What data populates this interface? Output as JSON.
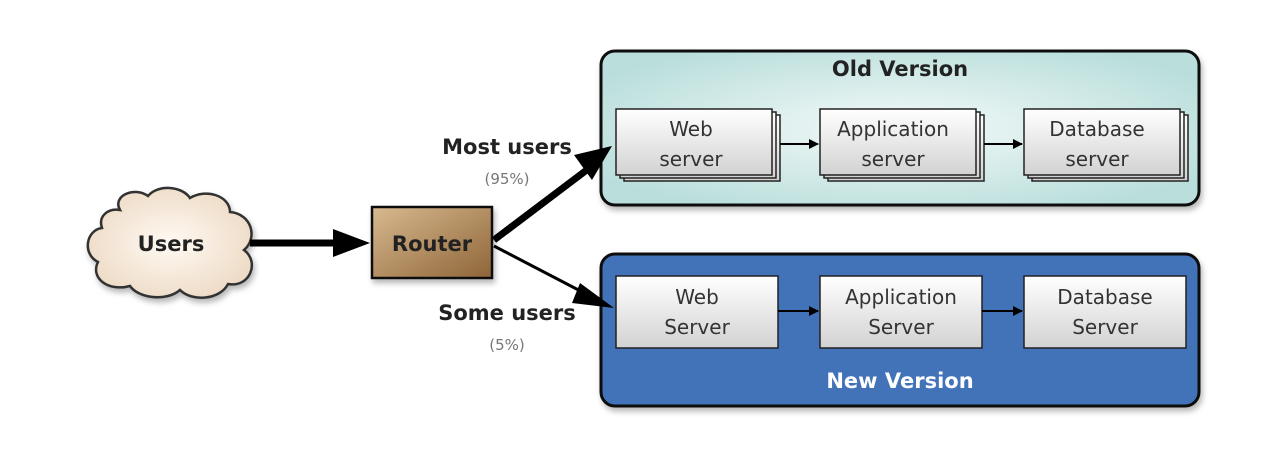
{
  "users": {
    "label": "Users"
  },
  "router": {
    "label": "Router"
  },
  "most_users": {
    "label": "Most users",
    "share": "(95%)"
  },
  "some_users": {
    "label": "Some users",
    "share": "(5%)"
  },
  "old_version": {
    "title": "Old Version",
    "web": {
      "line1": "Web",
      "line2": "server"
    },
    "app": {
      "line1": "Application",
      "line2": "server"
    },
    "db": {
      "line1": "Database",
      "line2": "server"
    }
  },
  "new_version": {
    "title": "New  Version",
    "web": {
      "line1": "Web",
      "line2": "Server"
    },
    "app": {
      "line1": "Application",
      "line2": "Server"
    },
    "db": {
      "line1": "Database",
      "line2": "Server"
    }
  },
  "colors": {
    "old_panel": "#d4ecea",
    "new_panel": "#4272b8",
    "router": "#a57c50",
    "cloud": "#f6ece0"
  }
}
